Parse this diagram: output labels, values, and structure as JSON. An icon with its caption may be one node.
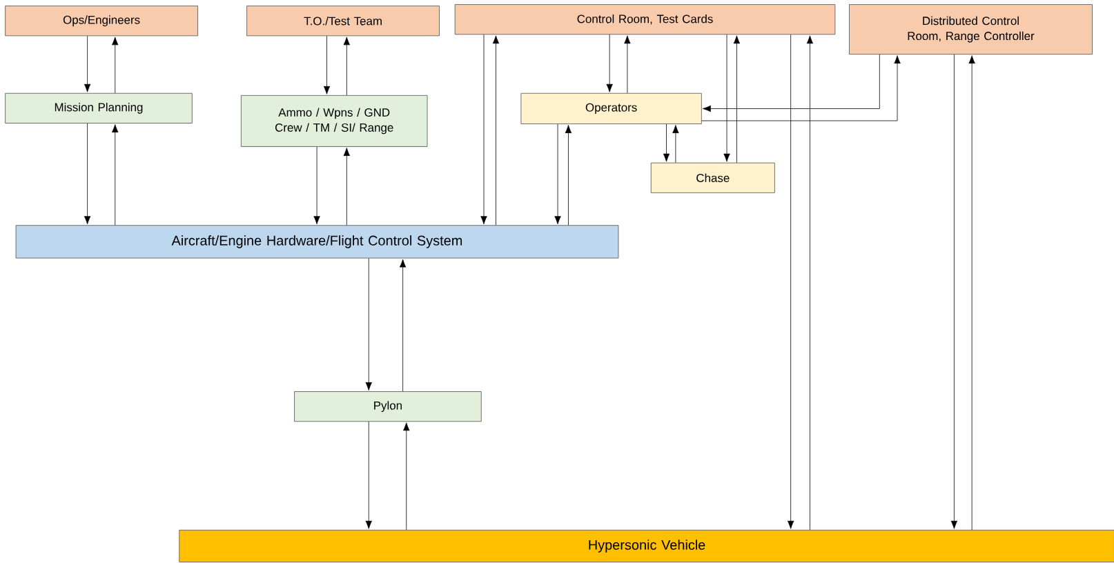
{
  "diagram": {
    "nodes": [
      {
        "text": [
          "Ops/Engineers"
        ]
      },
      {
        "text": [
          "T.O./Test Team"
        ]
      },
      {
        "text": [
          "Control Room, Test Cards"
        ]
      },
      {
        "text": [
          "Distributed Control Room, Range Controller"
        ]
      },
      {
        "text": [
          "Mission Planning"
        ]
      },
      {
        "text": [
          "Ammo / Wpns / GND Crew / TM / SI/ Range"
        ]
      },
      {
        "text": [
          "Operators"
        ]
      },
      {
        "text": [
          "Chase"
        ]
      },
      {
        "text": [
          "Aircraft/Engine Hardware/Flight Control System"
        ]
      },
      {
        "text": [
          "Pylon"
        ]
      },
      {
        "text": [
          "Hypersonic Vehicle"
        ]
      }
    ],
    "edges": [
      {
        "from": 0,
        "to": 4,
        "arrow": "to"
      },
      {
        "from": 4,
        "to": 0,
        "arrow": "to"
      },
      {
        "from": 1,
        "to": 5,
        "arrow": "to"
      },
      {
        "from": 5,
        "to": 1,
        "arrow": "to"
      },
      {
        "from": 2,
        "to": 8,
        "arrow": "to"
      },
      {
        "from": 8,
        "to": 2,
        "arrow": "to"
      },
      {
        "from": 2,
        "to": 6,
        "arrow": "to"
      },
      {
        "from": 6,
        "to": 2,
        "arrow": "to"
      },
      {
        "from": 2,
        "to": 7,
        "arrow": "to"
      },
      {
        "from": 7,
        "to": 2,
        "arrow": "to"
      },
      {
        "from": 2,
        "to": 10,
        "arrow": "to"
      },
      {
        "from": 10,
        "to": 2,
        "arrow": "to"
      },
      {
        "from": 3,
        "to": 6,
        "arrow": "to"
      },
      {
        "from": 6,
        "to": 3,
        "arrow": "to"
      },
      {
        "from": 3,
        "to": 10,
        "arrow": "to"
      },
      {
        "from": 10,
        "to": 3,
        "arrow": "to"
      },
      {
        "from": 4,
        "to": 8,
        "arrow": "to"
      },
      {
        "from": 8,
        "to": 4,
        "arrow": "to"
      },
      {
        "from": 5,
        "to": 8,
        "arrow": "to"
      },
      {
        "from": 8,
        "to": 5,
        "arrow": "to"
      },
      {
        "from": 6,
        "to": 8,
        "arrow": "to"
      },
      {
        "from": 8,
        "to": 6,
        "arrow": "to"
      },
      {
        "from": 6,
        "to": 7,
        "arrow": "to"
      },
      {
        "from": 7,
        "to": 6,
        "arrow": "to"
      },
      {
        "from": 8,
        "to": 9,
        "arrow": "to"
      },
      {
        "from": 9,
        "to": 8,
        "arrow": "to"
      },
      {
        "from": 9,
        "to": 10,
        "arrow": "to"
      },
      {
        "from": 10,
        "to": 9,
        "arrow": "to"
      }
    ]
  }
}
